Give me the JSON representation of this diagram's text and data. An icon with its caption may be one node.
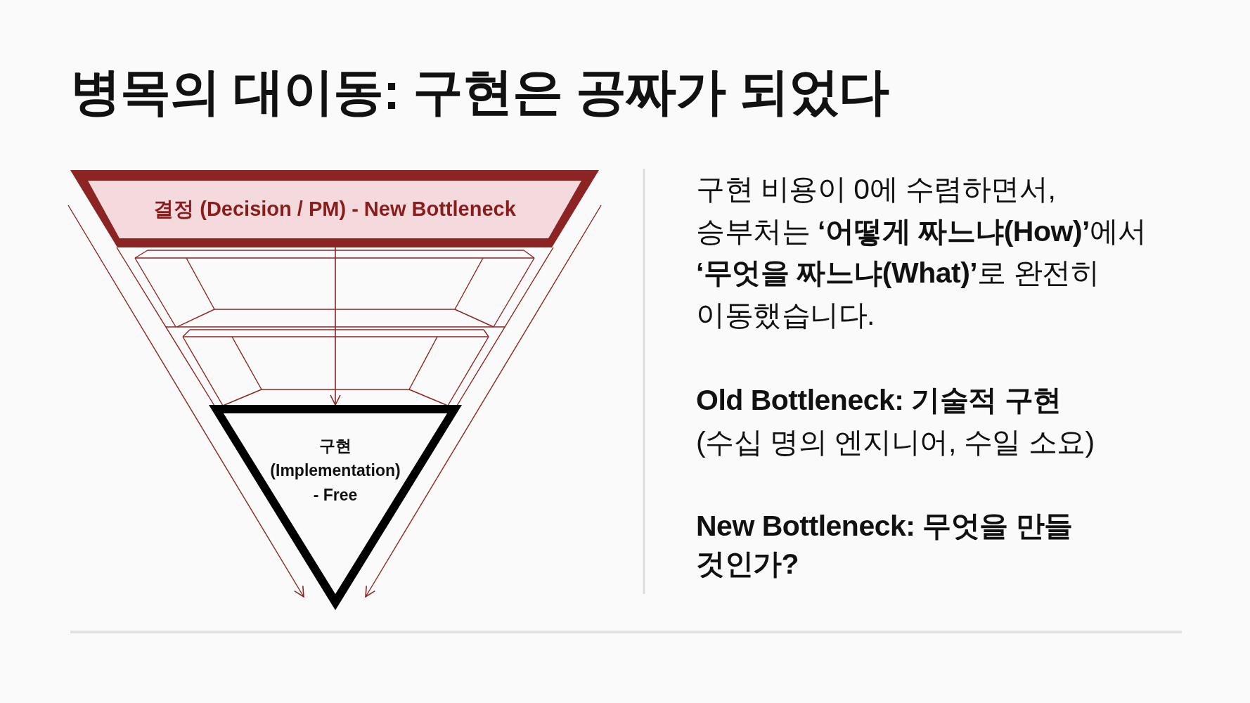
{
  "diagram": {
    "title": "병목의 대이동: 구현은 공짜가 되었다",
    "nodes": [
      {
        "text": [
          "결정 (Decision / PM) - New Bottleneck"
        ]
      },
      {
        "text": [
          "구현 (Implementation) - Free"
        ]
      }
    ],
    "edges": [
      {
        "from": 0,
        "to": 1,
        "arrow": "to"
      }
    ],
    "labels": [
      "구현 비용이 0에 수렴하면서, 승부처는 **‘어떻게 짜느냐(How)’**에서 **‘무엇을 짜느냐(What)’**로 완전히 이동했습니다.",
      "Old Bottleneck: 기술적 구현",
      "(수십 명의 엔지니어, 수일 소요)",
      "New Bottleneck: 무엇을 만들 것인가?"
    ]
  }
}
